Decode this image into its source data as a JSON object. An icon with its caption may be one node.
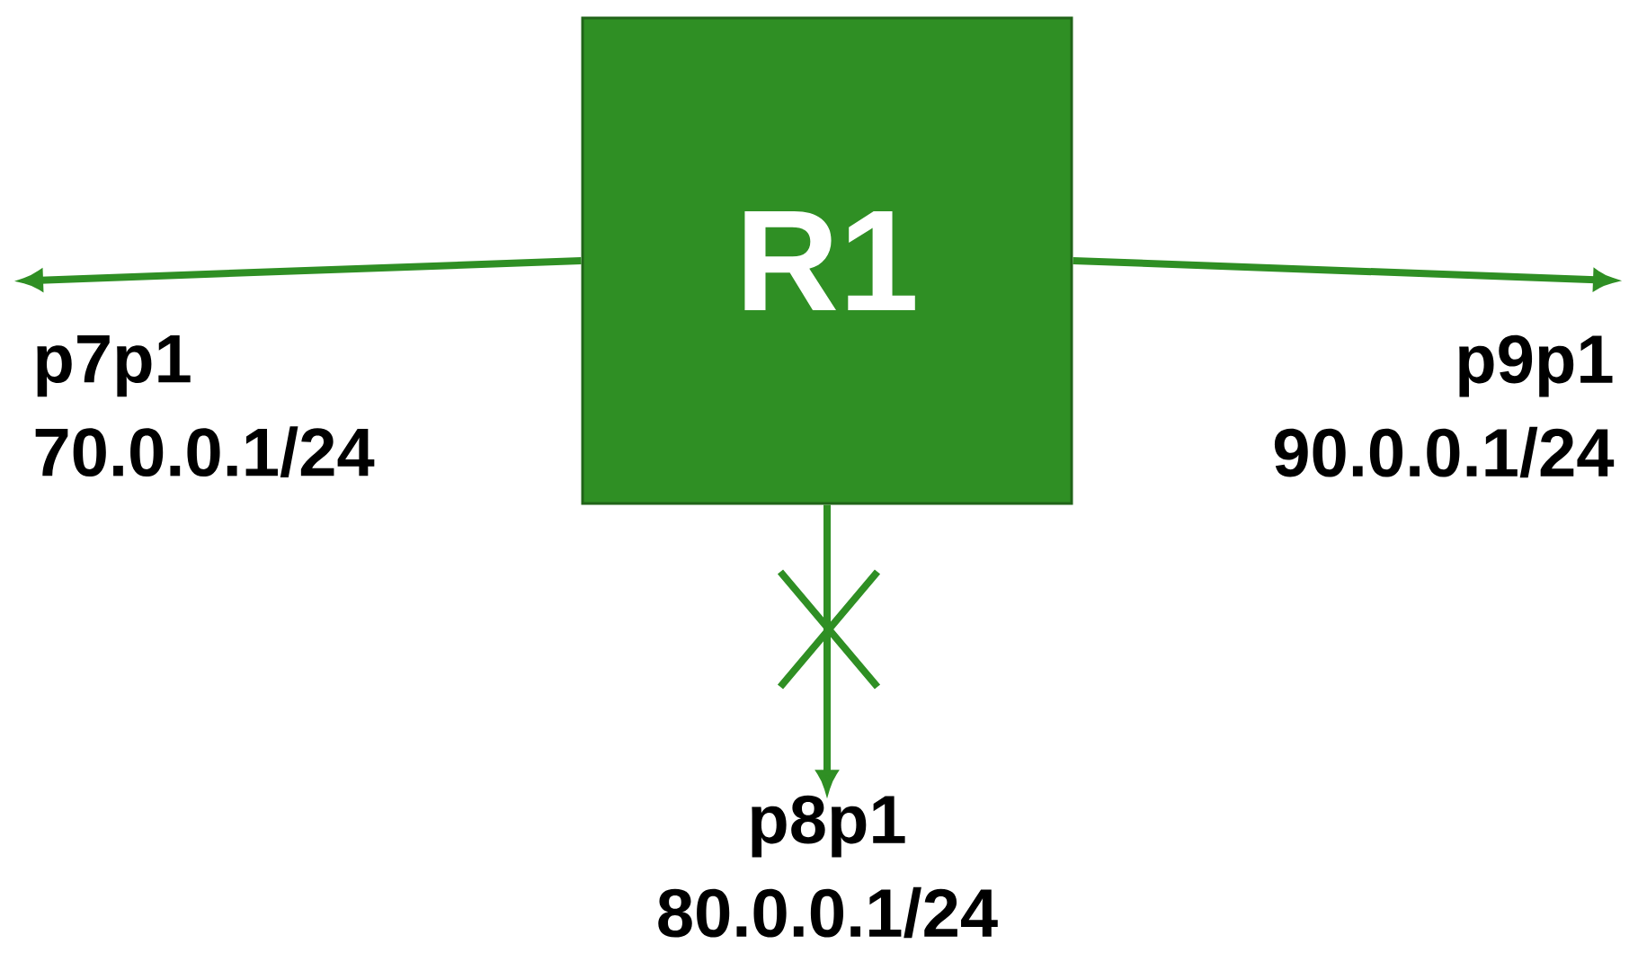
{
  "diagram": {
    "nodes": [
      {
        "text": [
          "R1"
        ]
      },
      {
        "text": [
          "p7p1 70.0.0.1/24"
        ]
      },
      {
        "text": [
          "p9p1 90.0.0.1/24"
        ]
      },
      {
        "text": [
          "p8p1 80.0.0.1/24"
        ]
      }
    ],
    "edges": [
      {
        "from": 0,
        "to": 1,
        "arrow": "to"
      },
      {
        "from": 0,
        "to": 2,
        "arrow": "to"
      },
      {
        "from": 0,
        "to": 3,
        "arrow": "to"
      }
    ]
  }
}
